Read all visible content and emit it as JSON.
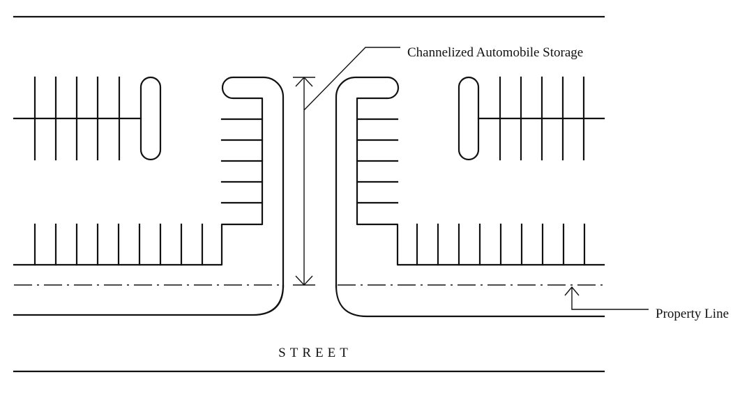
{
  "labels": {
    "storage": "Channelized Automobile Storage",
    "property_line": "Property Line",
    "street": "STREET"
  },
  "colors": {
    "ink": "#111111",
    "background": "#ffffff"
  }
}
